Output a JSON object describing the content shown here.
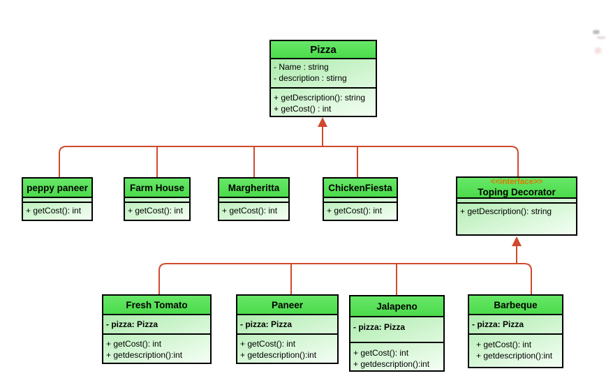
{
  "diagram": {
    "kind": "uml-class-diagram",
    "subject": "Pizza decorator pattern"
  },
  "colors": {
    "class_header_green": "#55e055",
    "class_body_green": "#9fe89f",
    "class_body_fade": "#f4fef4",
    "border_black": "#000000",
    "connector_red": "#cf4a2e",
    "stereotype_orange": "#d97b00"
  },
  "classes": [
    {
      "id": "pizza",
      "name": "Pizza",
      "attributes": [
        "- Name : string",
        "- description :  stirng"
      ],
      "methods": [
        "+ getDescription(): string",
        "+ getCost() : int"
      ]
    },
    {
      "id": "peppy-paneer",
      "name": "peppy paneer",
      "attributes": [],
      "methods": [
        "+ getCost(): int"
      ]
    },
    {
      "id": "farm-house",
      "name": "Farm House",
      "attributes": [],
      "methods": [
        "+ getCost(): int"
      ]
    },
    {
      "id": "margheritta",
      "name": "Margheritta",
      "attributes": [],
      "methods": [
        "+ getCost(): int"
      ]
    },
    {
      "id": "chickenfiesta",
      "name": "ChickenFiesta",
      "attributes": [],
      "methods": [
        "+ getCost(): int"
      ]
    },
    {
      "id": "toping-decorator",
      "stereotype": "<<interface>>",
      "name": "Toping Decorator",
      "attributes": [],
      "methods": [
        "+ getDescription(): string"
      ]
    },
    {
      "id": "fresh-tomato",
      "name": "Fresh Tomato",
      "attributes": [
        "- pizza: Pizza"
      ],
      "methods": [
        "+ getCost(): int",
        "+ getdescription():int"
      ]
    },
    {
      "id": "paneer",
      "name": "Paneer",
      "attributes": [
        "- pizza: Pizza"
      ],
      "methods": [
        "+ getCost(): int",
        "+ getdescription():int"
      ]
    },
    {
      "id": "jalapeno",
      "name": "Jalapeno",
      "attributes": [
        "- pizza: Pizza"
      ],
      "methods": [
        "+ getCost(): int",
        "+ getdescription():int"
      ]
    },
    {
      "id": "barbeque",
      "name": "Barbeque",
      "attributes": [
        "- pizza: Pizza"
      ],
      "methods": [
        "+ getCost(): int",
        "+ getdescription():int"
      ]
    }
  ],
  "relationships": [
    {
      "type": "inheritance-arrow",
      "to": "Pizza",
      "from": [
        "peppy paneer",
        "Farm House",
        "Margheritta",
        "ChickenFiesta",
        "Toping Decorator"
      ]
    },
    {
      "type": "inheritance-arrow",
      "to": "Toping Decorator",
      "from": [
        "Fresh Tomato",
        "Paneer",
        "Jalapeno",
        "Barbeque"
      ]
    }
  ]
}
